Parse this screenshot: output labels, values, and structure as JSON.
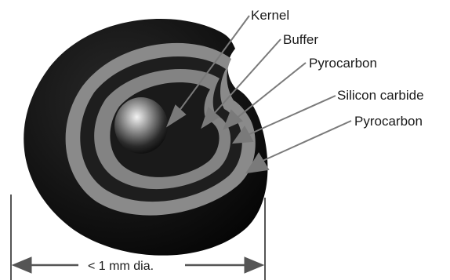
{
  "labels": {
    "kernel": "Kernel",
    "buffer": "Buffer",
    "pyrocarbon_inner": "Pyrocarbon",
    "silicon_carbide": "Silicon carbide",
    "pyrocarbon_outer": "Pyrocarbon"
  },
  "dimension": {
    "text": "< 1 mm dia."
  },
  "colors": {
    "outer_sphere": "#0e0e0e",
    "layer_gray": "#8a8a8a",
    "layer_dark": "#222222",
    "arrow": "#7a7a7a",
    "dimension_line": "#555555"
  }
}
